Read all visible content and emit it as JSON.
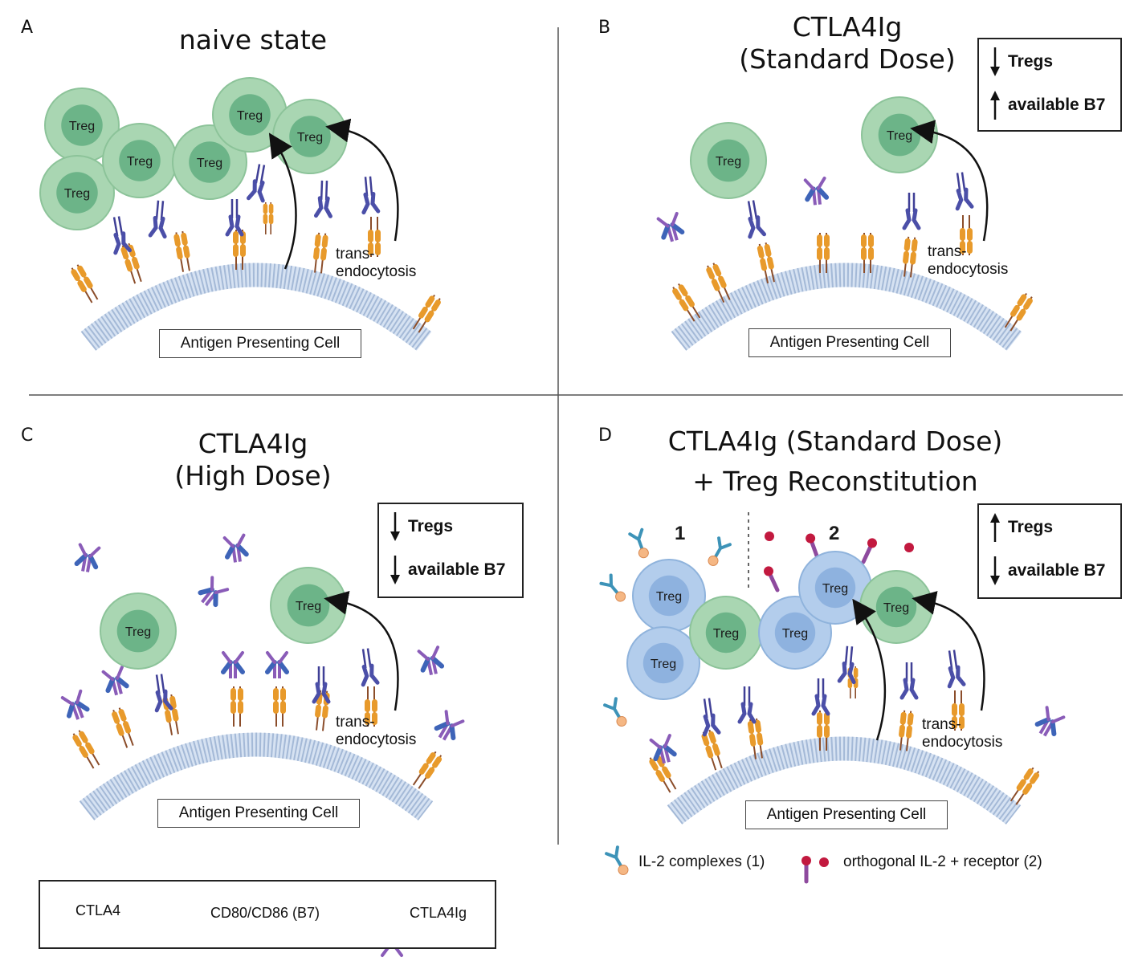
{
  "panels": {
    "a": {
      "letter": "A",
      "title": [
        "naive state"
      ],
      "apc_label": "Antigen Presenting Cell",
      "trans_label": [
        "trans-",
        "endocytosis"
      ]
    },
    "b": {
      "letter": "B",
      "title": [
        "CTLA4Ig",
        "(Standard Dose)"
      ],
      "apc_label": "Antigen Presenting Cell",
      "trans_label": [
        "trans-",
        "endocytosis"
      ],
      "effects": [
        {
          "dir": "down",
          "text": "Tregs"
        },
        {
          "dir": "up",
          "text": "available B7"
        }
      ]
    },
    "c": {
      "letter": "C",
      "title": [
        "CTLA4Ig",
        "(High Dose)"
      ],
      "apc_label": "Antigen Presenting Cell",
      "trans_label": [
        "trans-",
        "endocytosis"
      ],
      "effects": [
        {
          "dir": "down",
          "text": "Tregs"
        },
        {
          "dir": "down",
          "text": "available B7"
        }
      ]
    },
    "d": {
      "letter": "D",
      "title": [
        "CTLA4Ig (Standard Dose)",
        "+ Treg Reconstitution"
      ],
      "apc_label": "Antigen Presenting Cell",
      "trans_label": [
        "trans-",
        "endocytosis"
      ],
      "effects": [
        {
          "dir": "up",
          "text": "Tregs"
        },
        {
          "dir": "down",
          "text": "available B7"
        }
      ],
      "group_labels": [
        "1",
        "2"
      ],
      "legend": {
        "il2_complex": "IL-2 complexes (1)",
        "ortho": "orthogonal IL-2 + receptor (2)"
      }
    }
  },
  "cell_label": "Treg",
  "legend": {
    "ctla4": "CTLA4",
    "b7": "CD80/CD86 (B7)",
    "ctla4ig": "CTLA4Ig"
  },
  "colors": {
    "treg_outer": "#a9d6b2",
    "treg_inner": "#6cb488",
    "reco_outer": "#b3cdec",
    "reco_inner": "#8eb2df",
    "b7": "#e89a2b",
    "ctla4": "#4b4fa8",
    "ctla4ig_tail": "#8a5cb8",
    "ctla4ig_arm": "#3e64b8",
    "il2_complex": "#3d93b8",
    "il2_ball": "#f5b784",
    "ortho_receptor": "#8e4a9e",
    "ortho_ball": "#c2193f"
  }
}
